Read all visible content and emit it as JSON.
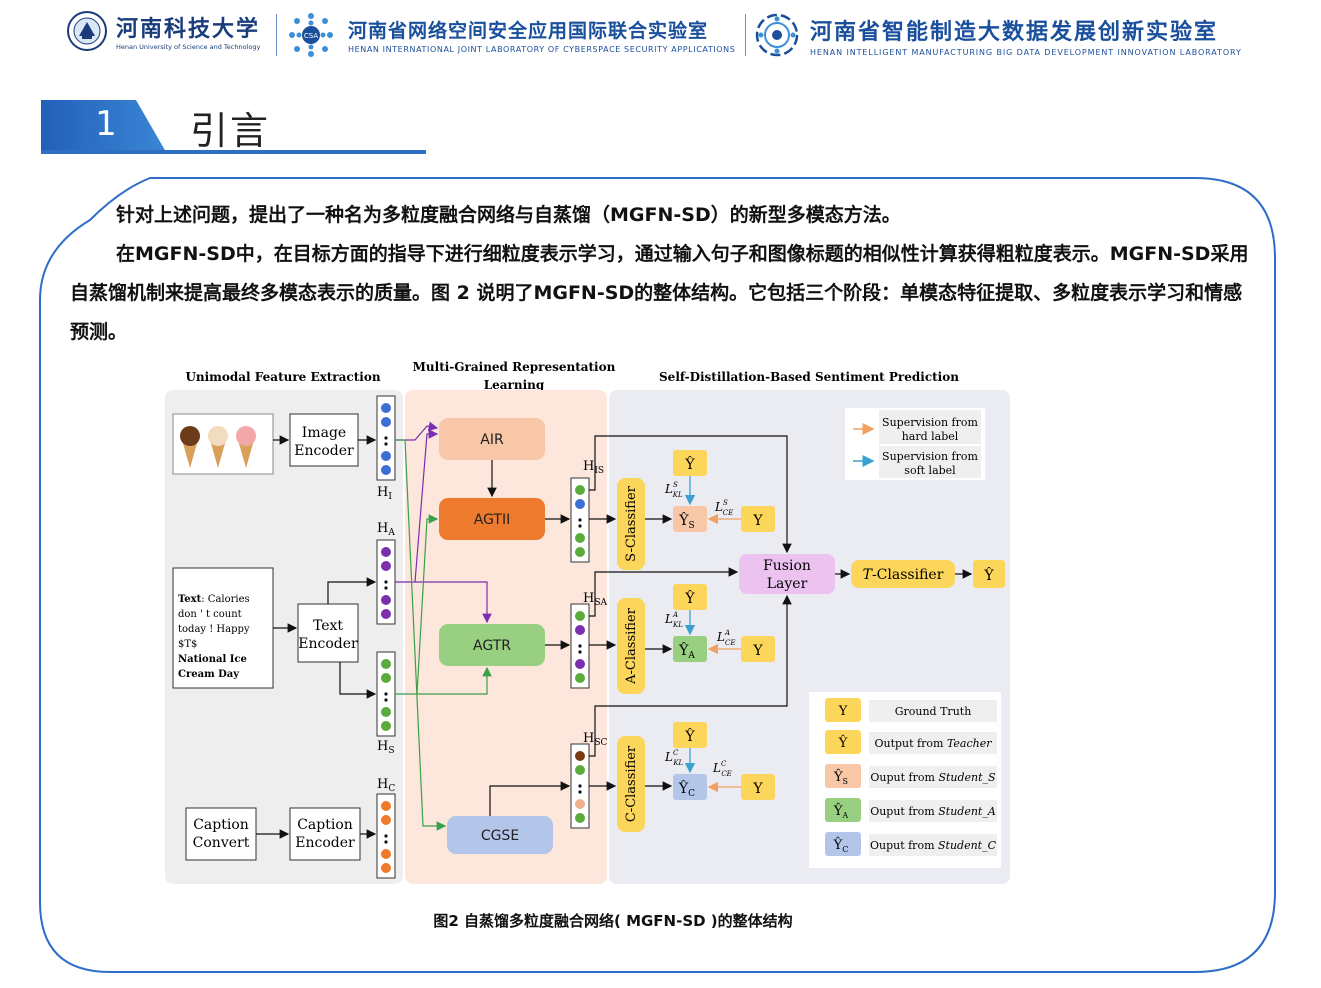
{
  "header": {
    "university": {
      "name_cn": "河南科技大学",
      "name_en": "Henan University of Science and Technology"
    },
    "lab1": {
      "name_cn": "河南省网络空间安全应用国际联合实验室",
      "name_en": "HENAN INTERNATIONAL JOINT LABORATORY OF CYBERSPACE SECURITY APPLICATIONS",
      "badge": "CSA"
    },
    "lab2": {
      "name_cn": "河南省智能制造大数据发展创新实验室",
      "name_en": "HENAN INTELLIGENT MANUFACTURING BIG DATA DEVELOPMENT INNOVATION LABORATORY"
    }
  },
  "section": {
    "number": "1",
    "title": "引言"
  },
  "paragraphs": [
    "针对上述问题，提出了一种名为多粒度融合网络与自蒸馏（MGFN-SD）的新型多模态方法。",
    "在MGFN-SD中，在目标方面的指导下进行细粒度表示学习，通过输入句子和图像标题的相似性计算获得粗粒度表示。MGFN-SD采用自蒸馏机制来提高最终多模态表示的质量。图 2 说明了MGFN-SD的整体结构。它包括三个阶段：单模态特征提取、多粒度表示学习和情感预测。"
  ],
  "figure": {
    "caption": "图2 自蒸馏多粒度融合网络( MGFN-SD )的整体结构",
    "stages": {
      "extraction": "Unimodal Feature Extraction",
      "representation_l1": "Multi-Grained Representation",
      "representation_l2": "Learning",
      "prediction": "Self-Distillation-Based Sentiment Prediction"
    },
    "text_input": {
      "l1_bold": "Text",
      "l1_rest": ": Calories",
      "l2": "don ' t count",
      "l3": "today ! Happy",
      "l4": "$T$",
      "l5": "National Ice",
      "l6": "Cream Day"
    },
    "encoders": {
      "image_1": "Image",
      "image_2": "Encoder",
      "text_1": "Text",
      "text_2": "Encoder",
      "caption_1": "Caption",
      "caption_2": "Encoder",
      "convert_1": "Caption",
      "convert_2": "Convert"
    },
    "features": {
      "hi": "H",
      "hi_sub": "I",
      "ha": "H",
      "ha_sub": "A",
      "hs": "H",
      "hs_sub": "S",
      "hc": "H",
      "hc_sub": "C"
    },
    "modules": {
      "air": "AIR",
      "agtii": "AGTII",
      "agtr": "AGTR",
      "cgse": "CGSE"
    },
    "outputs": {
      "his": "H",
      "his_sub": "IS",
      "hsa": "H",
      "hsa_sub": "SA",
      "hsc": "H",
      "hsc_sub": "SC"
    },
    "classifiers": {
      "s": "S-Classifier",
      "a": "A-Classifier",
      "c": "C-Classifier",
      "t_italic": "T",
      "t_rest": "-Classifier"
    },
    "fusion": {
      "l1": "Fusion",
      "l2": "Layer"
    },
    "labels": {
      "y": "Y",
      "yhat": "Ŷ",
      "ys": "Ŷ",
      "ys_sub": "S",
      "ya": "Ŷ",
      "ya_sub": "A",
      "yc": "Ŷ",
      "yc_sub": "C"
    },
    "losses": {
      "kl_s": "L",
      "kl_s_sup": "S",
      "kl_s_sub": "KL",
      "ce_s": "L",
      "ce_s_sup": "S",
      "ce_s_sub": "CE",
      "kl_a": "L",
      "kl_a_sup": "A",
      "kl_a_sub": "KL",
      "ce_a": "L",
      "ce_a_sup": "A",
      "ce_a_sub": "CE",
      "kl_c": "L",
      "kl_c_sup": "C",
      "kl_c_sub": "KL",
      "ce_c": "L",
      "ce_c_sup": "C",
      "ce_c_sub": "CE"
    },
    "supervision_legend": {
      "hard_1": "Supervision from",
      "hard_2": "hard label",
      "soft_1": "Supervision from",
      "soft_2": "soft label"
    },
    "output_legend": {
      "gt": "Ground Truth",
      "teacher_pre": "Output from ",
      "teacher_it": "Teacher",
      "s_pre": "Ouput from ",
      "s_it": "Student_S",
      "a_pre": "Ouput from ",
      "a_it": "Student_A",
      "c_pre": "Ouput from ",
      "c_it": "Student_C"
    },
    "colors": {
      "blue_dot": "#3b6fd4",
      "purple_dot": "#7a2fb0",
      "green_dot": "#5aaa3c",
      "orange_dot": "#f07a28",
      "brown_dot": "#7a3a14",
      "peach_dot": "#f0b090",
      "yellow_box": "#fcd65a",
      "air": "#f7c7a8",
      "agtii": "#ee7a2e",
      "agtr": "#98cf80",
      "cgse": "#b3c6ea",
      "fusion": "#ebc2f0",
      "panel_gray": "#eeeeee",
      "panel_peach": "#fde7dc",
      "panel_lav": "#ebebf2",
      "hard_arrow": "#f0a060",
      "soft_arrow": "#3aa0d0"
    }
  }
}
